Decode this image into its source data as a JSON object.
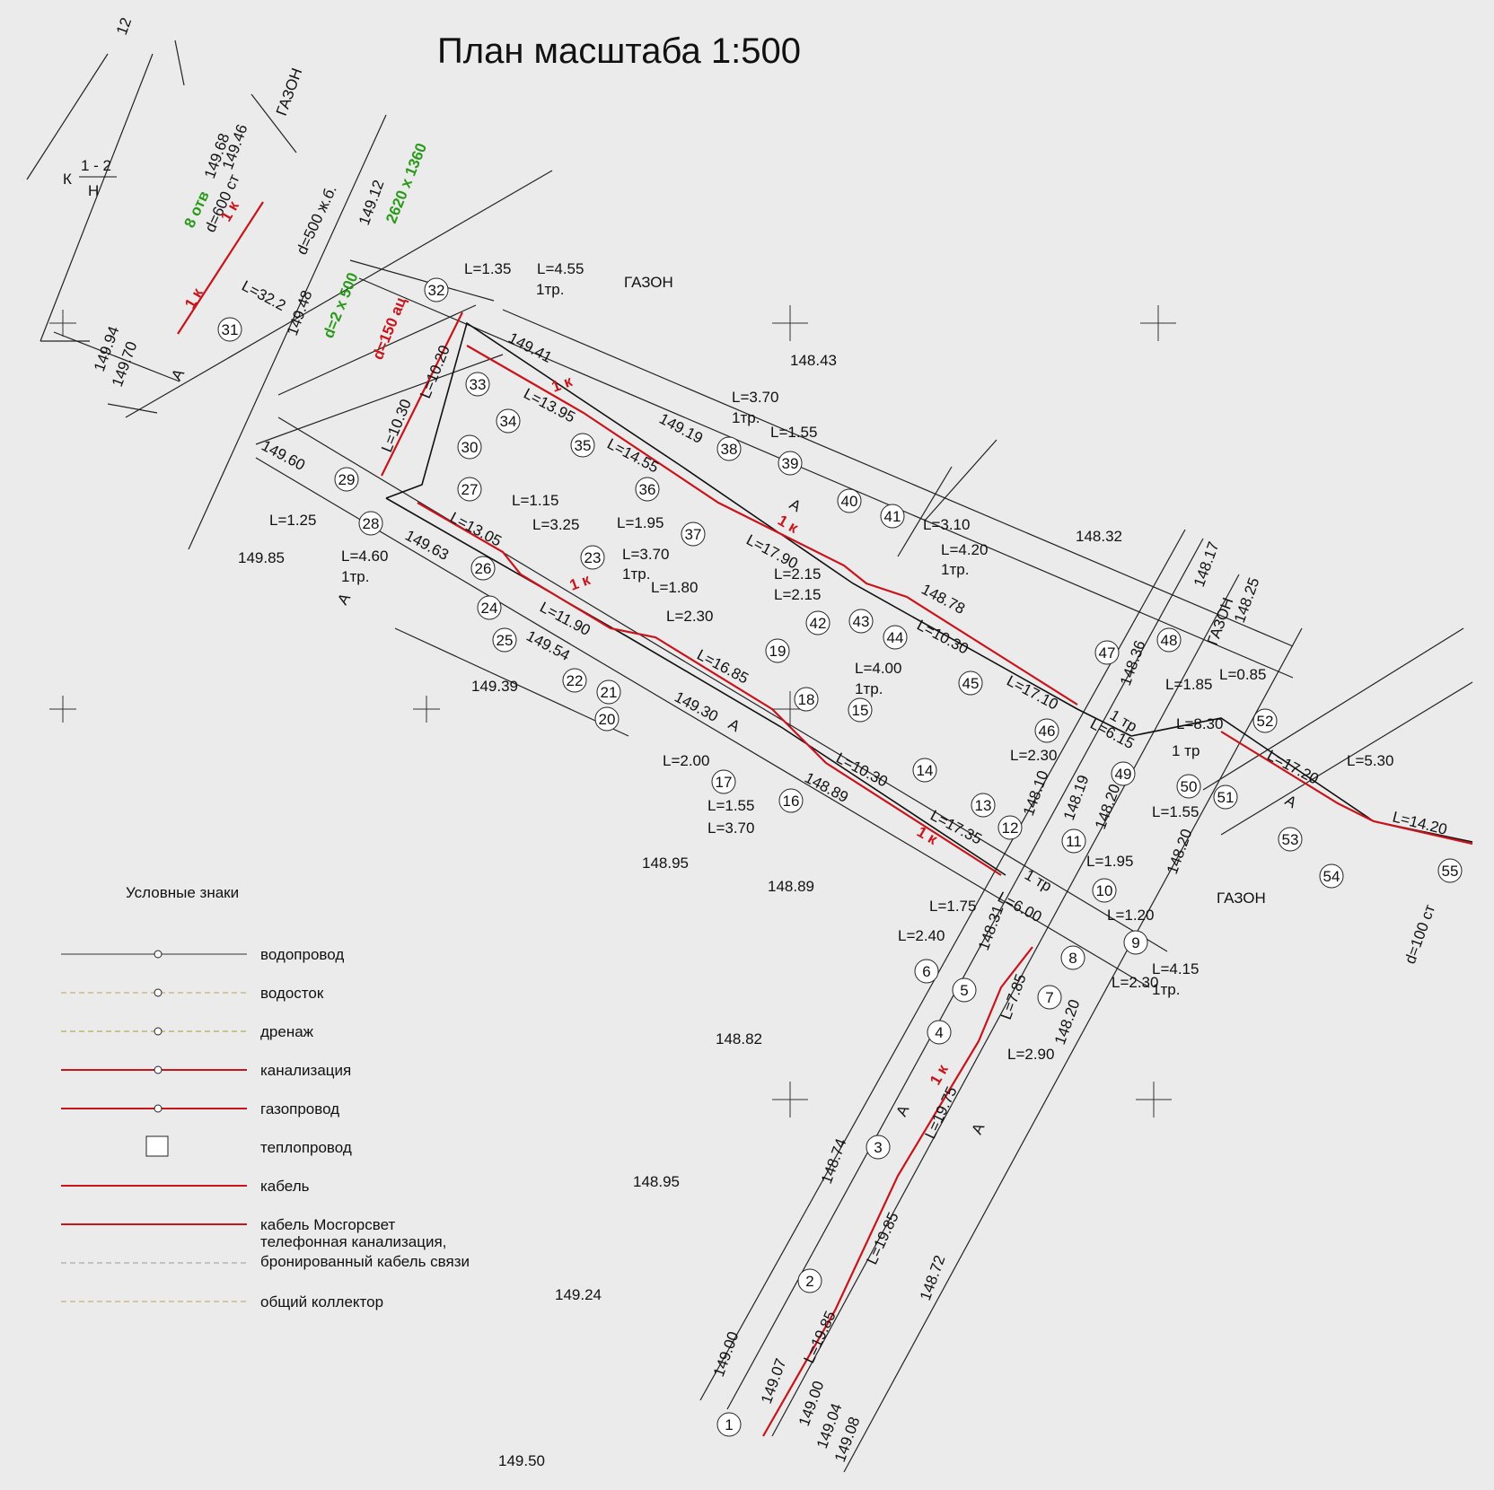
{
  "title": "План масштаба 1:500",
  "colors": {
    "background": "#ebebeb",
    "sewer_red": "#c8141b",
    "green_note": "#2a9a1a",
    "line": "#222222"
  },
  "zones": [
    "ГАЗОН",
    "ГАЗОН",
    "ГАЗОН",
    "ГАЗОН"
  ],
  "building": {
    "ref": "12",
    "fraction_top": "1 - 2",
    "fraction_bottom": "Н",
    "prefix": "К"
  },
  "notes": {
    "pipe_b": "d=500 ж.б.",
    "pipe_600": "d=600 ст",
    "pipe_8": "8 отв",
    "pipe_2x500": "d=2 x 500",
    "pipe_150": "d=150 ац",
    "channel": "2620 x 1360",
    "pipe_100": "d=100 ст",
    "road_a": "А",
    "k1": "1 к",
    "tr1": "1 тр",
    "tr1b": "1тр."
  },
  "elevations": [
    "149.68",
    "149.46",
    "149.12",
    "149.48",
    "149.94",
    "149.70",
    "149.41",
    "148.43",
    "149.19",
    "149.60",
    "149.85",
    "149.63",
    "149.54",
    "149.39",
    "149.30",
    "148.89",
    "148.78",
    "148.32",
    "148.17",
    "148.25",
    "148.36",
    "148.10",
    "148.19",
    "148.20",
    "148.20",
    "148.31",
    "148.20",
    "148.95",
    "148.89",
    "148.82",
    "148.74",
    "148.72",
    "148.95",
    "149.24",
    "149.00",
    "149.07",
    "149.00",
    "149.04",
    "149.08",
    "149.50"
  ],
  "lengths": [
    "L=1.35",
    "L=4.55",
    "L=32.2",
    "L=10.20",
    "L=10.30",
    "L=13.95",
    "L=14.55",
    "L=3.70",
    "L=1.55",
    "L=1.15",
    "L=3.25",
    "L=1.25",
    "L=4.60",
    "L=13.05",
    "L=11.90",
    "L=1.95",
    "L=3.70",
    "L=1.80",
    "L=2.30",
    "L=17.90",
    "L=2.15",
    "L=2.15",
    "L=3.10",
    "L=4.20",
    "L=10.30",
    "L=4.00",
    "L=16.85",
    "L=17.10",
    "L=2.30",
    "L=6.15",
    "L=1.85",
    "L=0.85",
    "L=8.30",
    "L=17.20",
    "L=5.30",
    "L=14.20",
    "L=2.00",
    "L=1.55",
    "L=3.70",
    "L=10.30",
    "L=17.35",
    "L=6.00",
    "L=1.95",
    "L=1.75",
    "L=1.20",
    "L=2.40",
    "L=4.15",
    "L=2.30",
    "L=7.85",
    "L=2.90",
    "L=19.75",
    "L=19.85",
    "L=19.85",
    "L=1.55"
  ],
  "legend": {
    "title": "Условные знаки",
    "items": [
      {
        "label": "водопровод",
        "color": "#333333"
      },
      {
        "label": "водосток",
        "color": "#b8a35a"
      },
      {
        "label": "дренаж",
        "color": "#a89a3a"
      },
      {
        "label": "канализация",
        "color": "#c8141b"
      },
      {
        "label": "газопровод",
        "color": "#c8141b"
      },
      {
        "label": "теплопровод",
        "color": "#333333"
      },
      {
        "label": "кабель",
        "color": "#c8141b"
      },
      {
        "label": "кабель Мосгорсвет",
        "color": "#c8141b"
      },
      {
        "label": "телефонная канализация,",
        "label2": "бронированный кабель связи",
        "color": "#999999"
      },
      {
        "label": "общий коллектор",
        "color": "#b8a35a"
      }
    ]
  }
}
